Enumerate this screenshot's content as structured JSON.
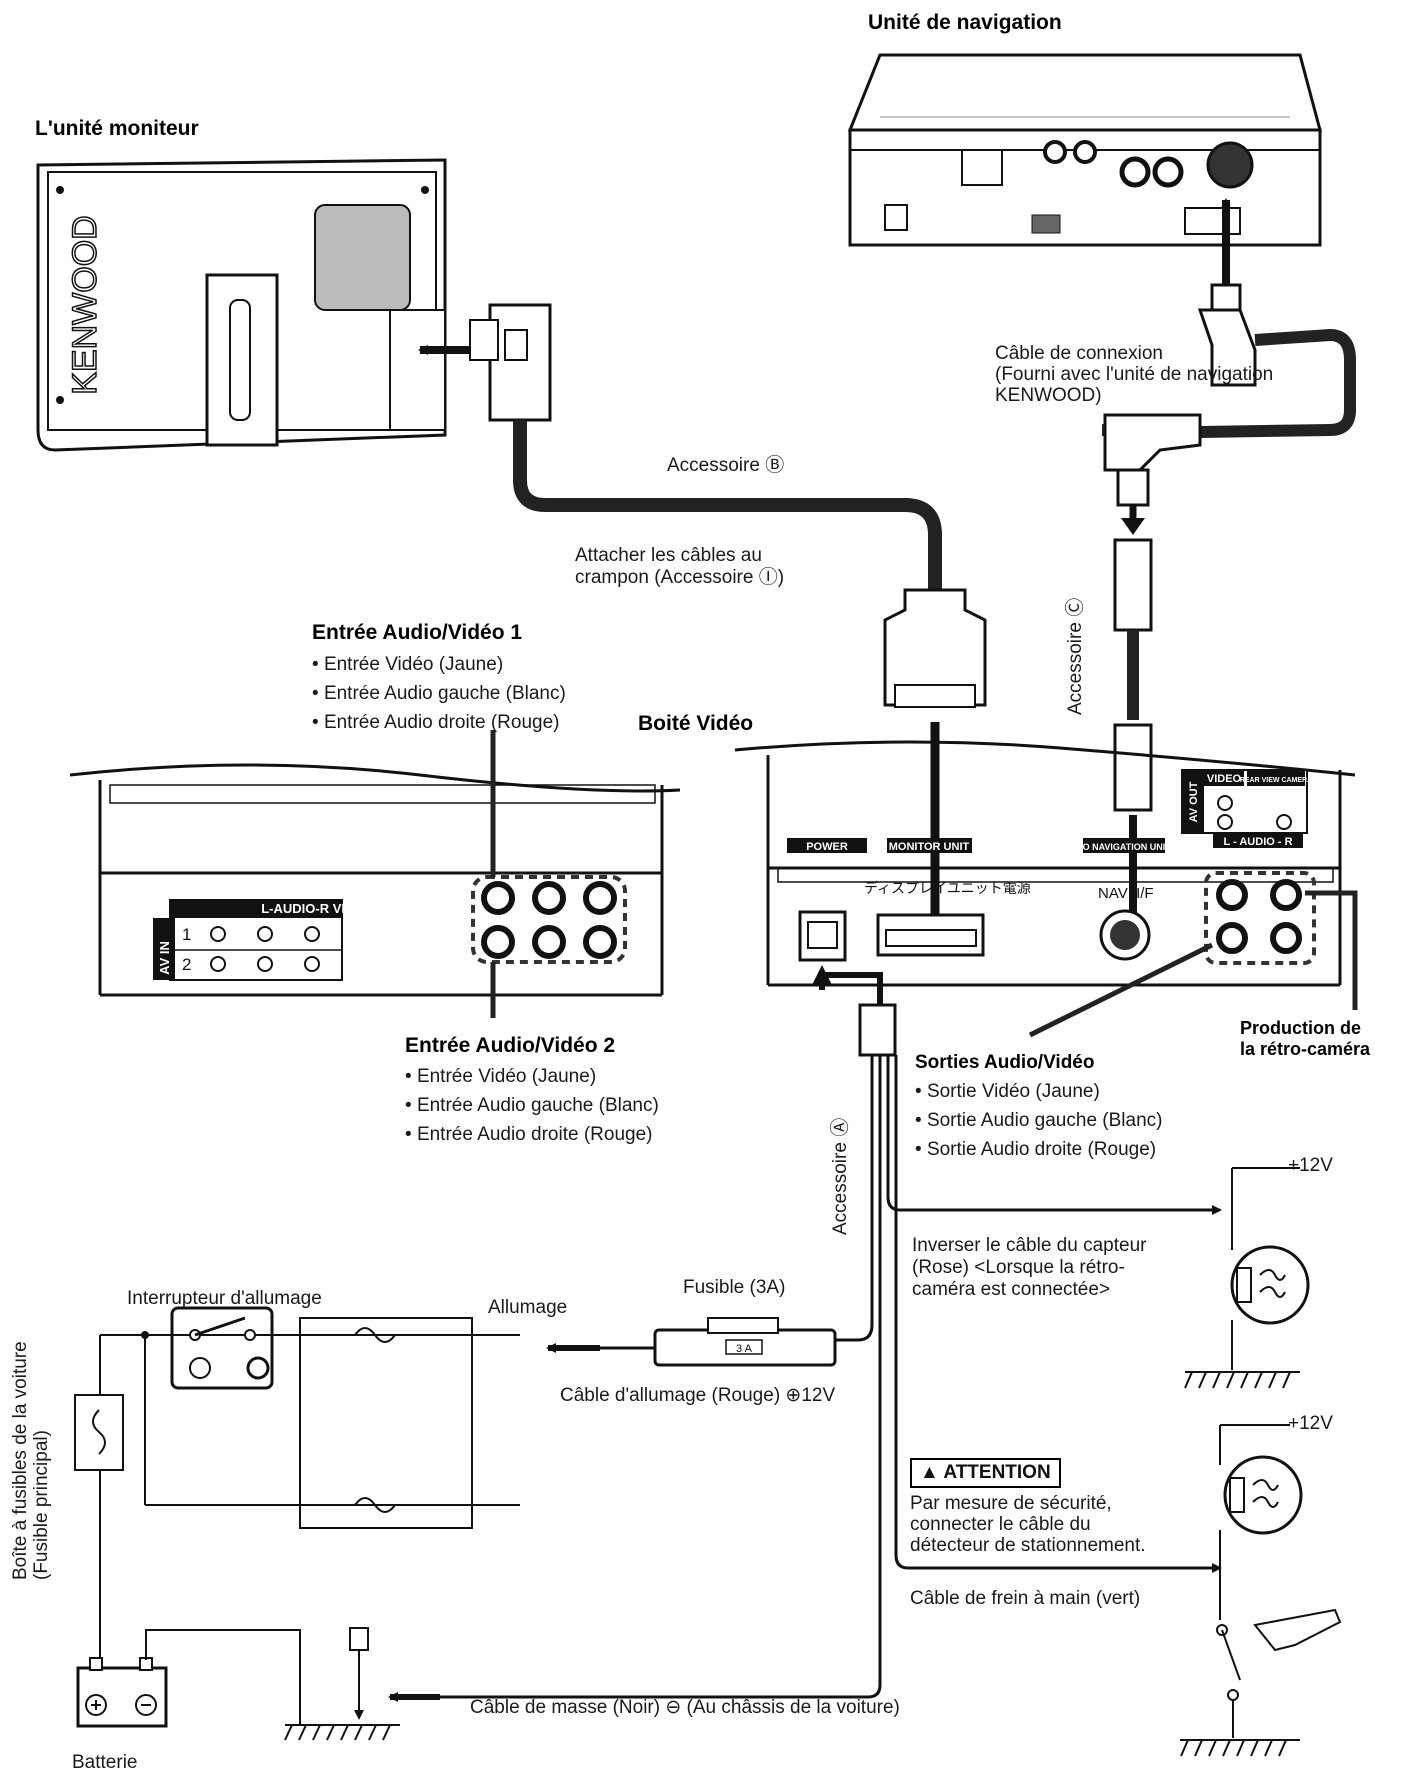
{
  "titles": {
    "navigation_unit": "Unité de navigation",
    "monitor_unit": "L'unité moniteur",
    "video_box": "Boité Vidéo",
    "av_input_1": "Entrée Audio/Vidéo 1",
    "av_input_2": "Entrée Audio/Vidéo 2",
    "av_outputs": "Sorties Audio/Vidéo",
    "rear_camera_output": "Production de\nla rétro-caméra"
  },
  "av_input_1_items": [
    "Entrée Vidéo (Jaune)",
    "Entrée Audio gauche (Blanc)",
    "Entrée Audio droite (Rouge)"
  ],
  "av_input_2_items": [
    "Entrée Vidéo (Jaune)",
    "Entrée Audio gauche (Blanc)",
    "Entrée Audio droite (Rouge)"
  ],
  "av_output_items": [
    "Sortie Vidéo (Jaune)",
    "Sortie Audio gauche (Blanc)",
    "Sortie Audio droite (Rouge)"
  ],
  "labels": {
    "connection_cable": "Câble de connexion\n(Fourni avec l'unité de navigation\nKENWOOD)",
    "accessory_b": "Accessoire Ⓑ",
    "accessory_c": "Accessoire Ⓒ",
    "accessory_a": "Accessoire Ⓐ",
    "clamp_note": "Attacher les câbles au\ncrampon (Accessoire Ⓘ)",
    "reverse_cable": "Inverser le câble du capteur\n(Rose) <Lorsque la rétro-\ncaméra est connectée>",
    "ignition_switch": "Interrupteur d'allumage",
    "ignition": "Allumage",
    "fuse": "Fusible (3A)",
    "ignition_cable": "Câble d'allumage (Rouge) ⊕12V",
    "fuse_box": "Boîte à fusibles de la voiture\n(Fusible principal)",
    "attention": "▲ ATTENTION",
    "attention_text": "Par mesure de sécurité,\nconnecter le câble du\ndétecteur de stationnement.",
    "parking_cable": "Câble de frein à main (vert)",
    "ground_cable": "Câble de masse (Noir) ⊖  (Au châssis de la voiture)",
    "battery": "Batterie",
    "plus12v_1": "+12V",
    "plus12v_2": "+12V"
  },
  "panel_text": {
    "brand": "KENWOOD",
    "power": "POWER",
    "monitor_unit_port": "MONITOR UNIT",
    "to_navigation_unit": "TO NAVIGATION UNIT",
    "display_unit_power_jp": "ディスプレイユニット電源",
    "nav_if": "NAVI I/F",
    "video": "VIDEO",
    "rear_view_camera": "REAR VIEW CAMERA",
    "av_out": "AV OUT",
    "l_audio_r_out": "L - AUDIO - R",
    "l_audio_r_vi": "L-AUDIO-R VI",
    "av_in": "AV IN",
    "row1": "1",
    "row2": "2",
    "fuse_rating": "3 A"
  }
}
